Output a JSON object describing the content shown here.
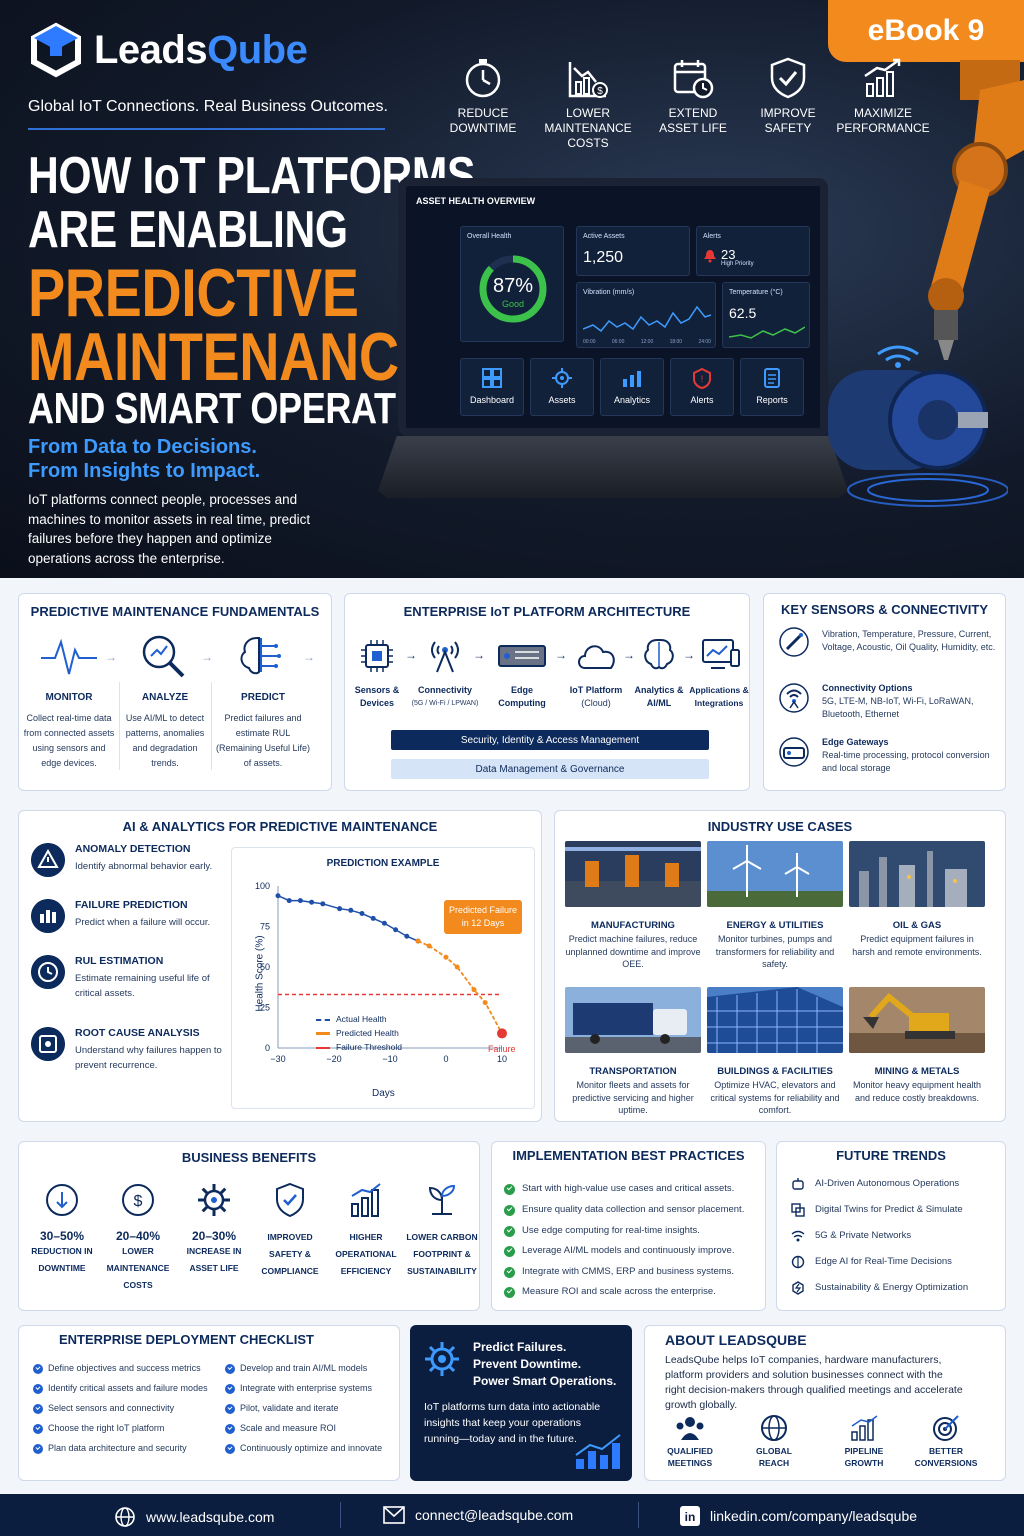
{
  "brand": {
    "name_a": "Leads",
    "name_b": "Qube",
    "tagline": "Global IoT Connections. Real Business Outcomes.",
    "ebook": "eBook 9"
  },
  "hero": {
    "line1": "HOW IoT PLATFORMS",
    "line2": "ARE ENABLING",
    "line3": "PREDICTIVE",
    "line4": "MAINTENANCE",
    "line5": "AND SMART OPERATIONS",
    "sub1": "From Data to Decisions.",
    "sub2": "From Insights to Impact.",
    "desc": "IoT platforms connect people, processes and machines to monitor assets in real time, predict failures before they happen and optimize operations across the enterprise.",
    "top_icons": [
      {
        "l1": "REDUCE",
        "l2": "DOWNTIME",
        "icon": "stopwatch-icon"
      },
      {
        "l1": "LOWER",
        "l2": "MAINTENANCE",
        "l3": "COSTS",
        "icon": "cost-chart-icon"
      },
      {
        "l1": "EXTEND",
        "l2": "ASSET LIFE",
        "icon": "calendar-clock-icon"
      },
      {
        "l1": "IMPROVE",
        "l2": "SAFETY",
        "icon": "shield-check-icon"
      },
      {
        "l1": "MAXIMIZE",
        "l2": "PERFORMANCE",
        "icon": "growth-chart-icon"
      }
    ]
  },
  "dashboard": {
    "title": "ASSET HEALTH OVERVIEW",
    "overall_label": "Overall Health",
    "overall_value": "87%",
    "overall_status": "Good",
    "health_fraction": 0.87,
    "active_label": "Active Assets",
    "active_value": "1,250",
    "alerts_label": "Alerts",
    "alerts_value": "23",
    "alerts_sub": "High Priority",
    "vib_label": "Vibration (mm/s)",
    "vib_ticks": [
      "00:00",
      "06:00",
      "12:00",
      "18:00",
      "24:00"
    ],
    "temp_label": "Temperature (°C)",
    "temp_value": "62.5",
    "nav": [
      "Dashboard",
      "Assets",
      "Analytics",
      "Alerts",
      "Reports"
    ]
  },
  "fundamentals": {
    "title": "PREDICTIVE MAINTENANCE FUNDAMENTALS",
    "steps": [
      {
        "t": "MONITOR",
        "d": "Collect real-time data from connected assets using sensors and edge devices."
      },
      {
        "t": "ANALYZE",
        "d": "Use AI/ML to detect patterns, anomalies and degradation trends."
      },
      {
        "t": "PREDICT",
        "d": "Predict failures and estimate RUL (Remaining Useful Life) of assets."
      }
    ]
  },
  "architecture": {
    "title": "ENTERPRISE IoT PLATFORM ARCHITECTURE",
    "nodes": [
      {
        "l1": "Sensors &",
        "l2": "Devices"
      },
      {
        "l1": "Connectivity",
        "l2": "(5G / Wi-Fi / LPWAN)"
      },
      {
        "l1": "Edge",
        "l2": "Computing"
      },
      {
        "l1": "IoT Platform",
        "l2": "(Cloud)"
      },
      {
        "l1": "Analytics &",
        "l2": "AI/ML"
      },
      {
        "l1": "Applications &",
        "l2": "Integrations"
      }
    ],
    "bar1": "Security, Identity & Access Management",
    "bar2": "Data Management & Governance"
  },
  "sensors": {
    "title": "KEY SENSORS & CONNECTIVITY",
    "items": [
      {
        "t": "",
        "d": "Vibration, Temperature, Pressure, Current, Voltage, Acoustic, Oil Quality, Humidity, etc."
      },
      {
        "t": "Connectivity Options",
        "d": "5G, LTE-M, NB-IoT, Wi-Fi, LoRaWAN, Bluetooth, Ethernet"
      },
      {
        "t": "Edge Gateways",
        "d": "Real-time processing, protocol conversion and local storage"
      }
    ]
  },
  "ai": {
    "title": "AI & ANALYTICS FOR PREDICTIVE MAINTENANCE",
    "items": [
      {
        "t": "ANOMALY DETECTION",
        "d": "Identify abnormal behavior early."
      },
      {
        "t": "FAILURE PREDICTION",
        "d": "Predict when a failure will occur."
      },
      {
        "t": "RUL ESTIMATION",
        "d": "Estimate remaining useful life of critical assets."
      },
      {
        "t": "ROOT CAUSE ANALYSIS",
        "d": "Understand why failures happen to prevent recurrence."
      }
    ]
  },
  "chart_data": {
    "type": "line",
    "title": "PREDICTION EXAMPLE",
    "xlabel": "Days",
    "ylabel": "Health Score (%)",
    "xlim": [
      -30,
      10
    ],
    "ylim": [
      0,
      100
    ],
    "xticks": [
      "−30",
      "−20",
      "−10",
      "0",
      "10"
    ],
    "yticks": [
      "0",
      "25",
      "50",
      "75",
      "100"
    ],
    "legend": [
      "Actual Health",
      "Predicted Health",
      "Failure Threshold"
    ],
    "series": [
      {
        "name": "Actual Health",
        "x": [
          -30,
          -28,
          -26,
          -24,
          -22,
          -19,
          -17,
          -15,
          -13,
          -11,
          -9,
          -7,
          -5
        ],
        "y": [
          94,
          91,
          91,
          90,
          89,
          86,
          85,
          83,
          80,
          77,
          73,
          69,
          66
        ]
      },
      {
        "name": "Predicted Health",
        "x": [
          -5,
          -3,
          0,
          2,
          5,
          7,
          10
        ],
        "y": [
          66,
          63,
          56,
          50,
          36,
          28,
          9
        ]
      },
      {
        "name": "Failure Threshold",
        "x": [
          -30,
          10
        ],
        "y": [
          33,
          33
        ]
      }
    ],
    "callout_l1": "Predicted Failure",
    "callout_l2": "in 12 Days",
    "failure_label": "Failure"
  },
  "use_cases": {
    "title": "INDUSTRY USE CASES",
    "items": [
      {
        "t": "MANUFACTURING",
        "d": "Predict machine failures, reduce unplanned downtime and improve OEE."
      },
      {
        "t": "ENERGY & UTILITIES",
        "d": "Monitor turbines, pumps and transformers for reliability and safety."
      },
      {
        "t": "OIL & GAS",
        "d": "Predict equipment failures in harsh and remote environments."
      },
      {
        "t": "TRANSPORTATION",
        "d": "Monitor fleets and assets for predictive servicing and higher uptime."
      },
      {
        "t": "BUILDINGS & FACILITIES",
        "d": "Optimize HVAC, elevators and critical systems for reliability and comfort."
      },
      {
        "t": "MINING & METALS",
        "d": "Monitor heavy equipment health and reduce costly breakdowns."
      }
    ]
  },
  "benefits": {
    "title": "BUSINESS BENEFITS",
    "items": [
      {
        "v": "30–50%",
        "l1": "REDUCTION IN",
        "l2": "DOWNTIME"
      },
      {
        "v": "20–40%",
        "l1": "LOWER",
        "l2": "MAINTENANCE",
        "l3": "COSTS"
      },
      {
        "v": "20–30%",
        "l1": "INCREASE IN",
        "l2": "ASSET LIFE"
      },
      {
        "v": "",
        "l1": "IMPROVED",
        "l2": "SAFETY &",
        "l3": "COMPLIANCE"
      },
      {
        "v": "",
        "l1": "HIGHER",
        "l2": "OPERATIONAL",
        "l3": "EFFICIENCY"
      },
      {
        "v": "",
        "l1": "LOWER CARBON",
        "l2": "FOOTPRINT &",
        "l3": "SUSTAINABILITY"
      }
    ]
  },
  "practices": {
    "title": "IMPLEMENTATION BEST PRACTICES",
    "items": [
      "Start with high-value use cases and critical assets.",
      "Ensure quality data collection and sensor placement.",
      "Use edge computing for real-time insights.",
      "Leverage AI/ML models and continuously improve.",
      "Integrate with CMMS, ERP and business systems.",
      "Measure ROI and scale across the enterprise."
    ]
  },
  "trends": {
    "title": "FUTURE TRENDS",
    "items": [
      "AI-Driven Autonomous Operations",
      "Digital Twins for Predict & Simulate",
      "5G & Private Networks",
      "Edge AI for Real-Time Decisions",
      "Sustainability & Energy Optimization"
    ]
  },
  "checklist": {
    "title": "ENTERPRISE DEPLOYMENT CHECKLIST",
    "left": [
      "Define objectives and success metrics",
      "Identify critical assets and failure modes",
      "Select sensors and connectivity",
      "Choose the right IoT platform",
      "Plan data architecture and security"
    ],
    "right": [
      "Develop and train AI/ML models",
      "Integrate with enterprise systems",
      "Pilot, validate and iterate",
      "Scale and measure ROI",
      "Continuously optimize and innovate"
    ]
  },
  "cta": {
    "l1": "Predict Failures.",
    "l2": "Prevent Downtime.",
    "l3": "Power Smart Operations.",
    "d": "IoT platforms turn data into actionable insights that keep your operations running—today and in the future."
  },
  "about": {
    "title": "ABOUT LEADSQUBE",
    "d": "LeadsQube helps IoT companies, hardware manufacturers, platform providers and solution businesses connect with the right decision-makers through qualified meetings and accelerate growth globally.",
    "items": [
      {
        "l1": "QUALIFIED",
        "l2": "MEETINGS"
      },
      {
        "l1": "GLOBAL",
        "l2": "REACH"
      },
      {
        "l1": "PIPELINE",
        "l2": "GROWTH"
      },
      {
        "l1": "BETTER",
        "l2": "CONVERSIONS"
      }
    ]
  },
  "footer": {
    "web": "www.leadsqube.com",
    "email": "connect@leadsqube.com",
    "linkedin": "linkedin.com/company/leadsqube"
  }
}
